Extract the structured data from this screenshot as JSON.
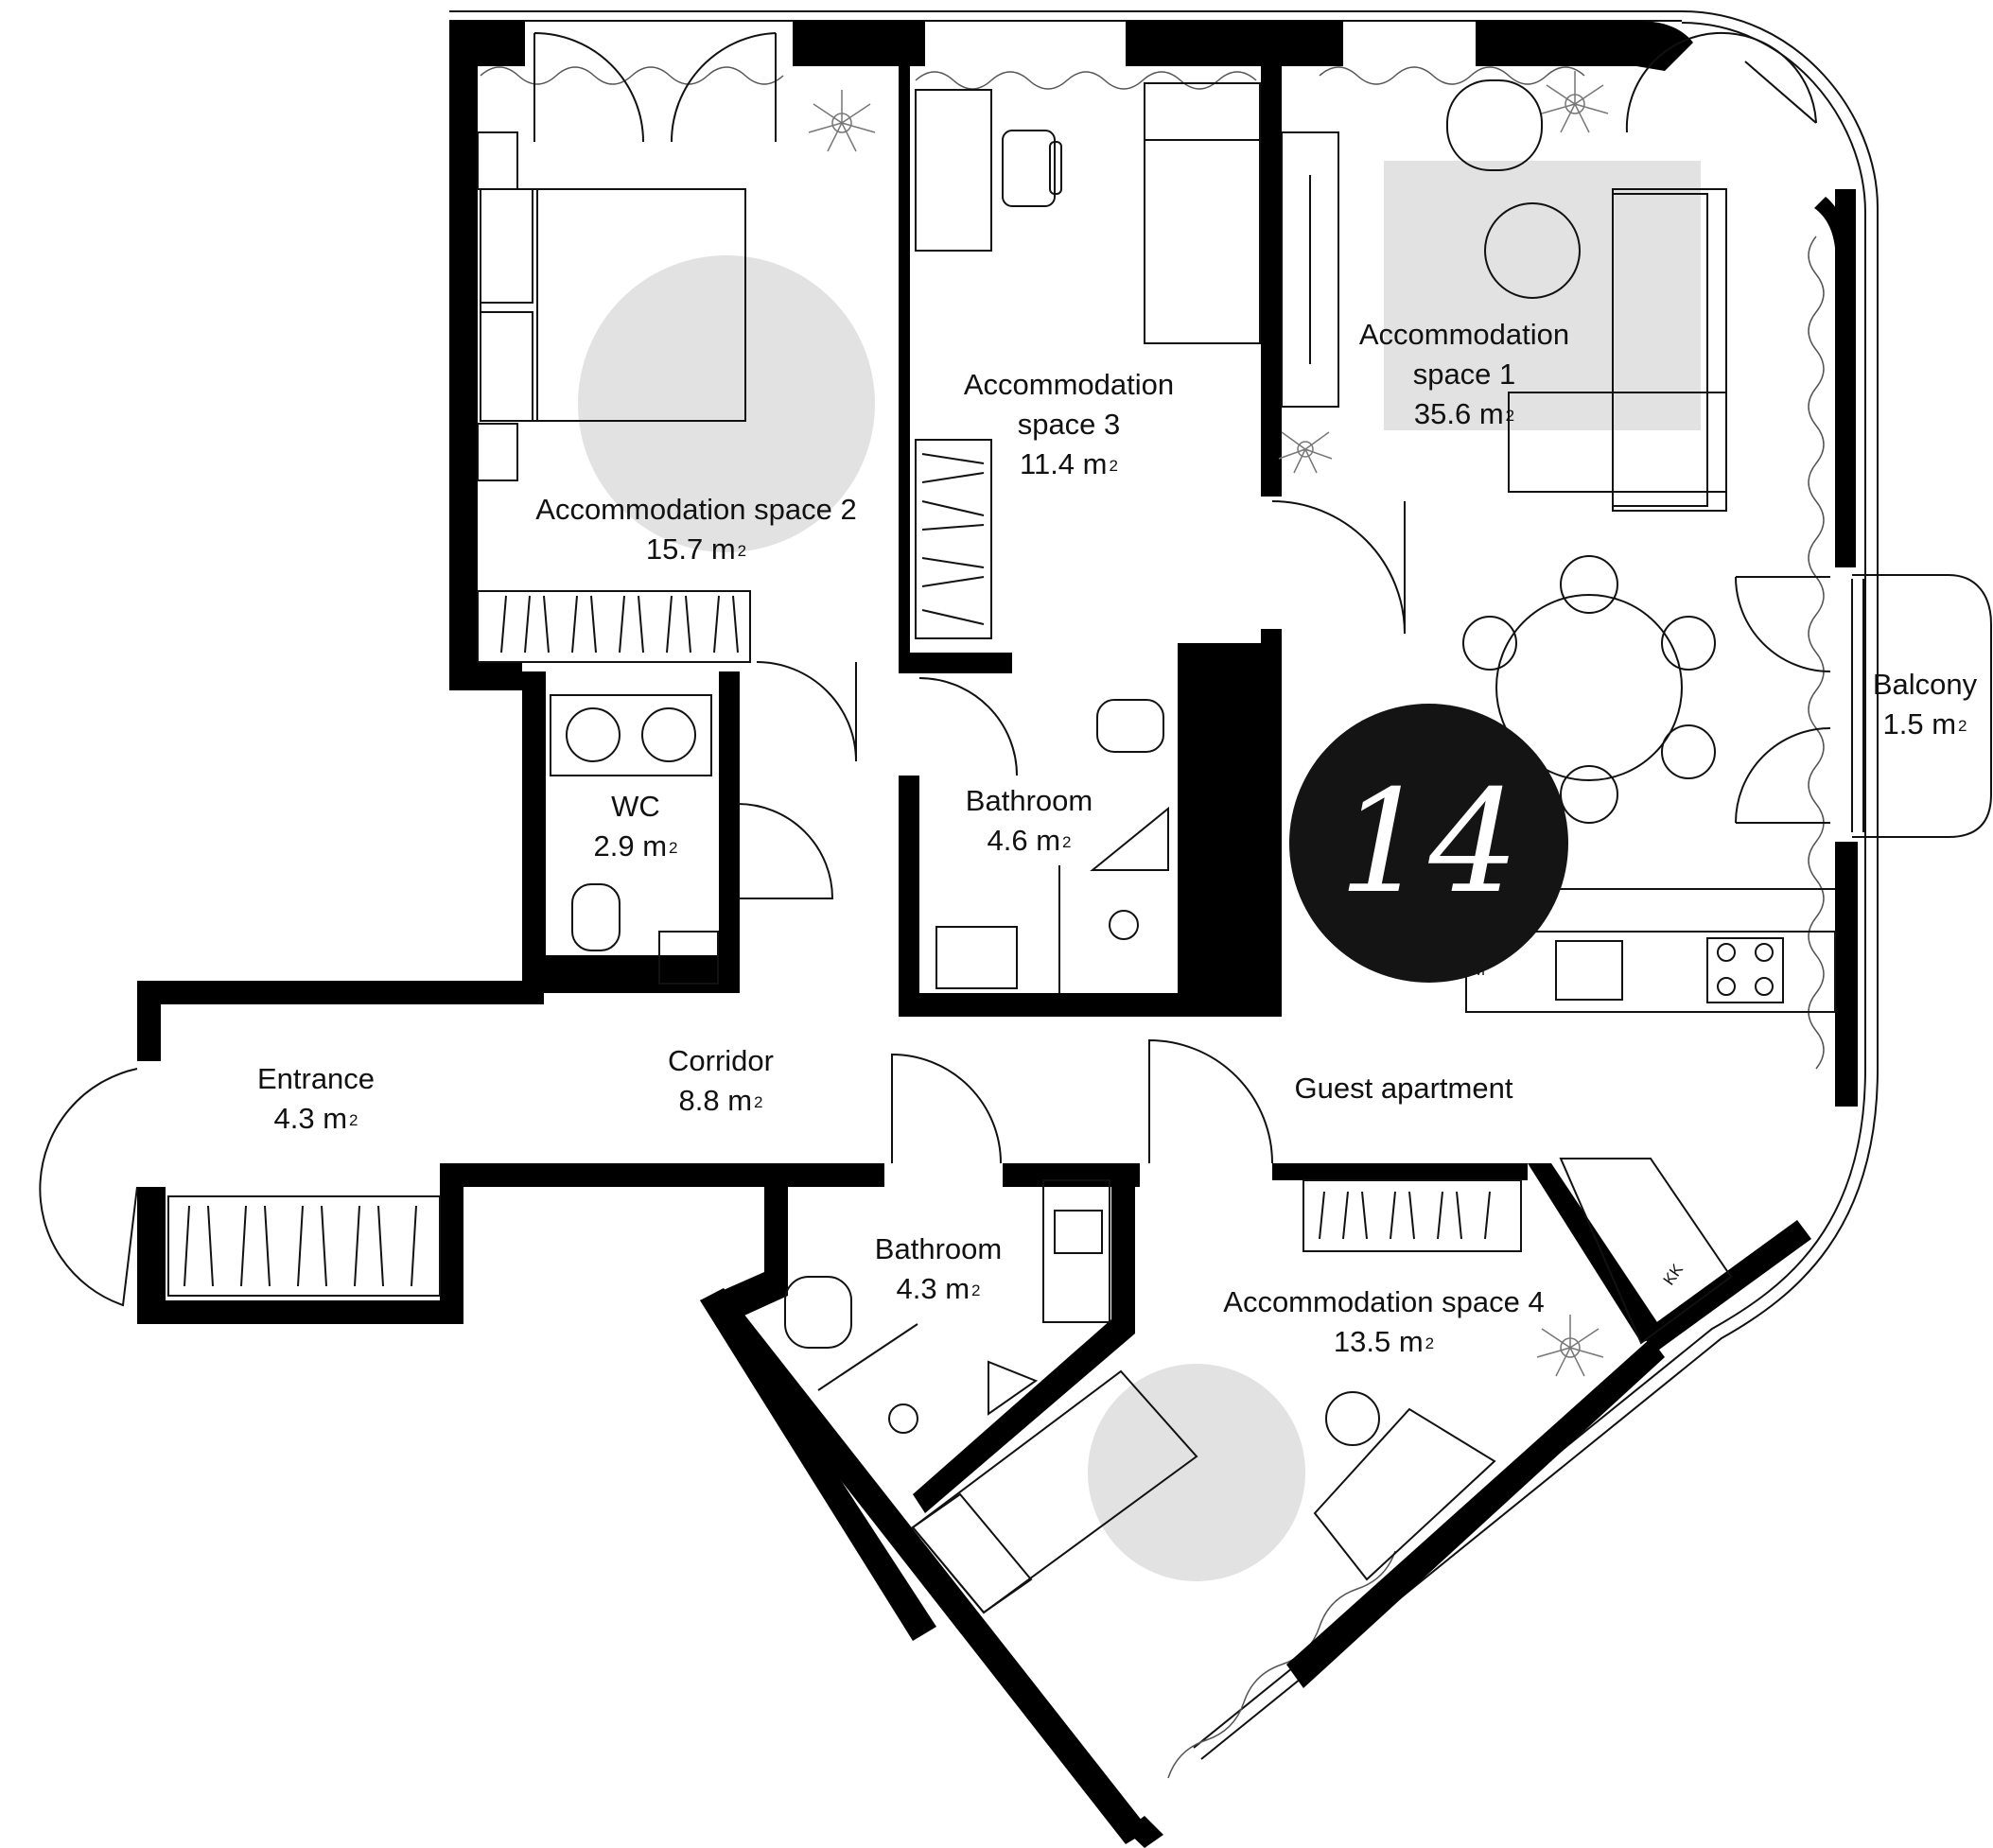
{
  "apartment_number": "14",
  "apartment_label": "Guest apartment",
  "rooms": {
    "space1": {
      "name_l1": "Accommodation",
      "name_l2": "space 1",
      "area": "35.6 m"
    },
    "space2": {
      "name": "Accommodation space 2",
      "area": "15.7 m"
    },
    "space3": {
      "name_l1": "Accommodation",
      "name_l2": "space 3",
      "area": "11.4 m"
    },
    "space4": {
      "name": "Accommodation space 4",
      "area": "13.5 m"
    },
    "bath1": {
      "name": "Bathroom",
      "area": "4.6 m"
    },
    "bath2": {
      "name": "Bathroom",
      "area": "4.3 m"
    },
    "wc": {
      "name": "WC",
      "area": "2.9 m"
    },
    "corridor": {
      "name": "Corridor",
      "area": "8.8 m"
    },
    "entrance": {
      "name": "Entrance",
      "area": "4.3 m"
    },
    "balcony": {
      "name": "Balcony",
      "area": "1.5 m"
    }
  },
  "area_unit_exponent": "2",
  "kitchen_marks": {
    "appliance": "M",
    "cabinet": "KK"
  },
  "colors": {
    "wall": "#000000",
    "rug": "#e0e0e0",
    "badge": "#141414",
    "line": "#111111"
  }
}
